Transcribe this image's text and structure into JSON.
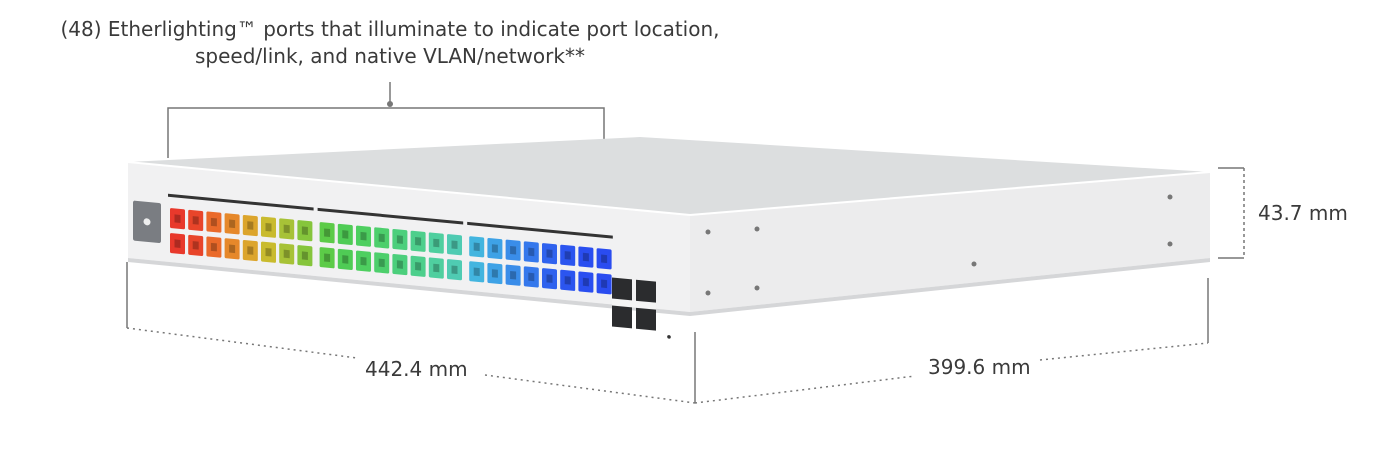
{
  "callout": {
    "line1": "(48) Etherlighting™ ports that illuminate to indicate port location,",
    "line2": "speed/link, and native VLAN/network**"
  },
  "dimensions": {
    "width": "442.4 mm",
    "depth": "399.6 mm",
    "height": "43.7 mm"
  },
  "device": {
    "rj45_port_count": 48,
    "sfp_port_count": 4,
    "port_colors": [
      "#e8392c",
      "#e8452a",
      "#ea6a2a",
      "#e6882a",
      "#dca52c",
      "#c9bb2e",
      "#a7c237",
      "#86c53c",
      "#5ccb48",
      "#4fcc55",
      "#4ecf60",
      "#4dcf6c",
      "#4ccf7c",
      "#4dcf8c",
      "#4fcf9f",
      "#4fcbb2",
      "#43b5df",
      "#3ea2e6",
      "#3a8de9",
      "#3578ec",
      "#2f62ee",
      "#2b55ef",
      "#2a4ef0",
      "#2a4cf0"
    ],
    "body_color": "#e9eaeb"
  }
}
